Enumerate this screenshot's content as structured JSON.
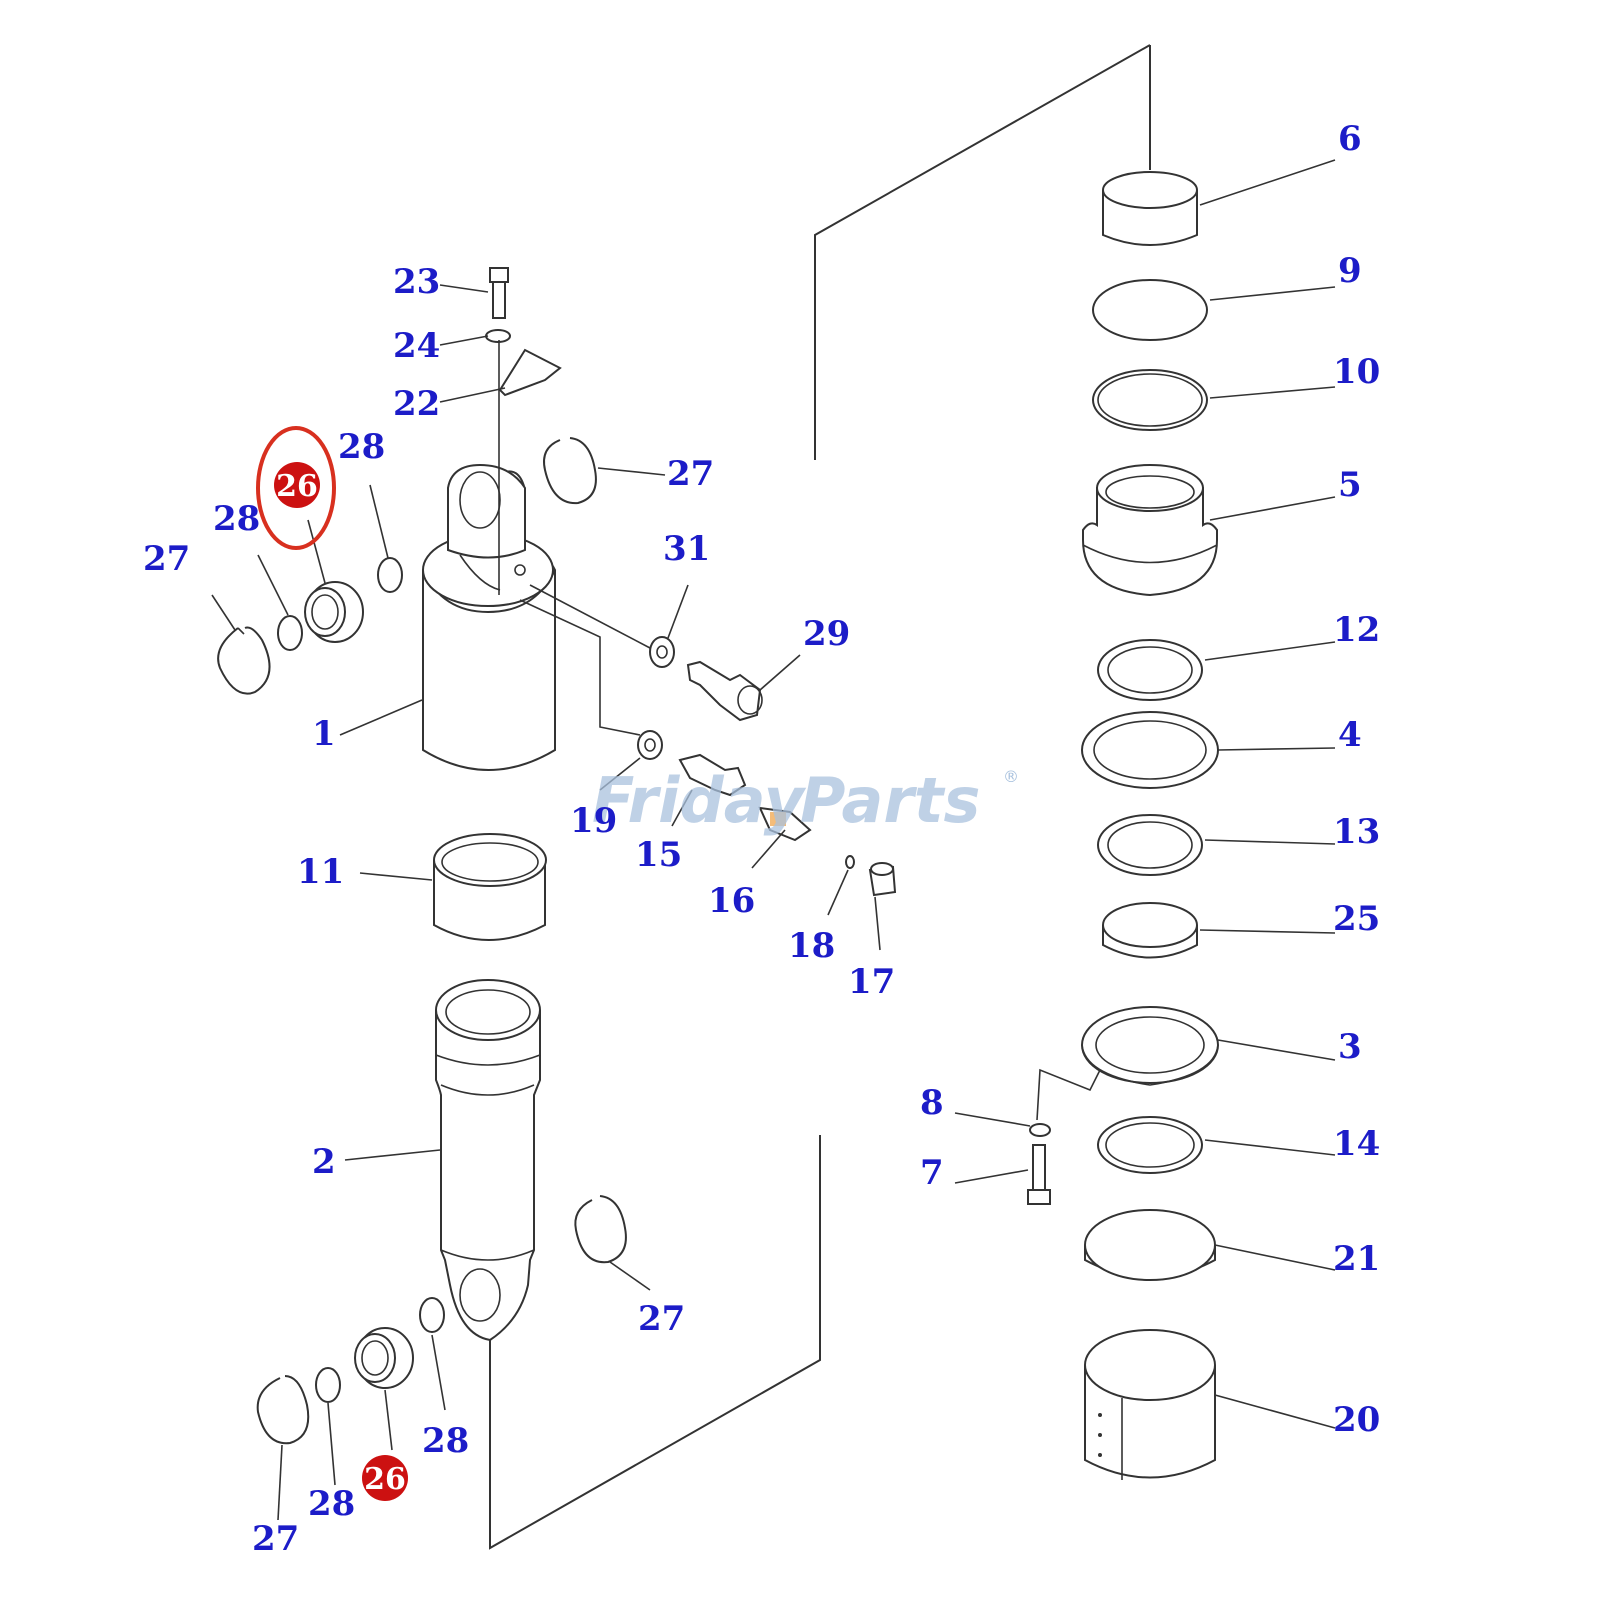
{
  "diagram": {
    "watermark": {
      "brand_a": "Friday",
      "brand_b": "Parts",
      "reg_mark": "®",
      "accent_color": "#f0a040",
      "color": "#a9c2de"
    },
    "highlight_color": "#cc1111",
    "label_color": "#1c1cc8",
    "highlighted_part": "26",
    "labels": {
      "p1": "1",
      "p2": "2",
      "p3": "3",
      "p4": "4",
      "p5": "5",
      "p6": "6",
      "p7": "7",
      "p8": "8",
      "p9": "9",
      "p10": "10",
      "p11": "11",
      "p12": "12",
      "p13": "13",
      "p14": "14",
      "p15": "15",
      "p16": "16",
      "p17": "17",
      "p18": "18",
      "p19": "19",
      "p20": "20",
      "p21": "21",
      "p22": "22",
      "p23": "23",
      "p24": "24",
      "p25": "25",
      "p26": "26",
      "p27": "27",
      "p28": "28",
      "p29": "29",
      "p31": "31"
    }
  }
}
